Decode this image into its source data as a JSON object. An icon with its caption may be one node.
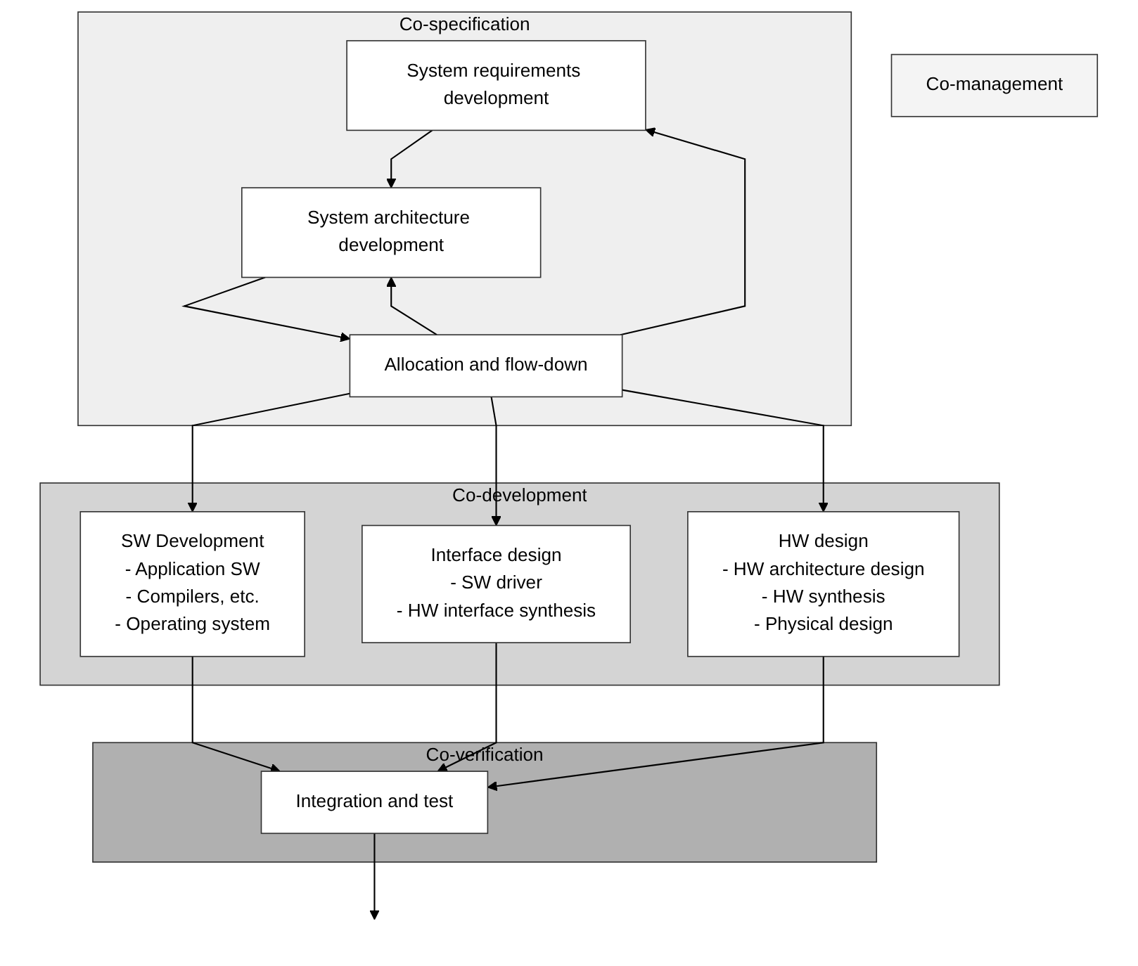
{
  "diagram": {
    "nodes": [
      {
        "text": [
          "Co-specification"
        ]
      },
      {
        "text": [
          "System requirements development"
        ],
        "in": 0
      },
      {
        "text": [
          "System architecture development"
        ],
        "in": 0
      },
      {
        "text": [
          "Allocation and flow-down"
        ],
        "in": 0
      },
      {
        "text": [
          "Co-development"
        ]
      },
      {
        "text": [
          "SW Development",
          "- Application SW",
          "- Compilers, etc.",
          "- Operating system"
        ],
        "in": 4
      },
      {
        "text": [
          "Interface design",
          "- SW driver",
          "- HW interface synthesis"
        ],
        "in": 4
      },
      {
        "text": [
          "HW design",
          "- HW architecture design",
          "- HW synthesis",
          "- Physical design"
        ],
        "in": 4
      },
      {
        "text": [
          "Co-verification"
        ]
      },
      {
        "text": [
          "Integration and test"
        ],
        "in": 8
      },
      {
        "text": [
          "Co-management"
        ]
      }
    ],
    "edges": [
      {
        "from": 1,
        "to": 2,
        "arrow": "to"
      },
      {
        "from": 2,
        "to": 3,
        "arrow": "to"
      },
      {
        "from": 3,
        "to": 1,
        "arrow": "to"
      },
      {
        "from": 3,
        "to": 2,
        "arrow": "to"
      },
      {
        "from": 3,
        "to": 5,
        "arrow": "to"
      },
      {
        "from": 3,
        "to": 6,
        "arrow": "to"
      },
      {
        "from": 3,
        "to": 7,
        "arrow": "to"
      },
      {
        "from": 5,
        "to": 9,
        "arrow": "to"
      },
      {
        "from": 6,
        "to": 9,
        "arrow": "to"
      },
      {
        "from": 7,
        "to": 9,
        "arrow": "to"
      },
      {
        "from": 9,
        "to": null,
        "arrow": "to"
      }
    ]
  }
}
